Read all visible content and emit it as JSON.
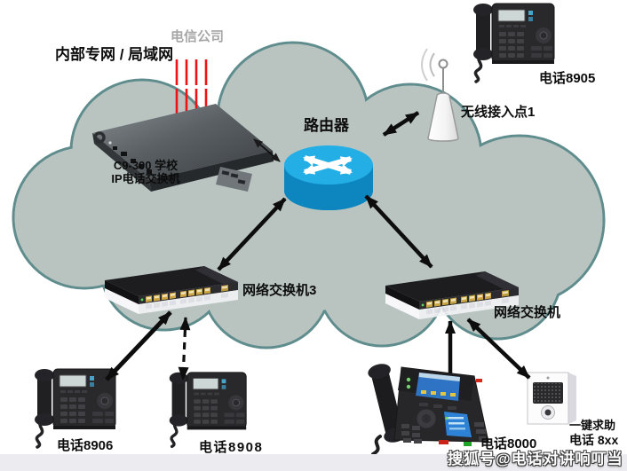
{
  "diagram": {
    "title_left": "内部专网 / 局域网",
    "telecom_label": "电信公司",
    "nodes": {
      "ip_pbx": {
        "label_line1": "C9-300 学校",
        "label_line2": "IP电话交换机"
      },
      "router": {
        "label": "路由器"
      },
      "wireless_ap": {
        "label": "无线接入点1"
      },
      "phone_8905": {
        "label": "电话8905"
      },
      "switch_3": {
        "label": "网络交换机3"
      },
      "switch_right": {
        "label": "网络交换机"
      },
      "phone_8906": {
        "label": "电话8906"
      },
      "phone_8908": {
        "label": "电话8908"
      },
      "phone_8000": {
        "label": "电话8000"
      },
      "sos_intercom": {
        "label_line1": "一键求助",
        "label_line2": "电话 8xx"
      }
    },
    "watermark": "搜狐号@电话对讲响叮当",
    "colors": {
      "cloud_fill": "#b9c4c1",
      "cloud_border": "#5f8c8c",
      "router_blue_top": "#23aee6",
      "router_blue_side": "#0d86c0",
      "trunk_line_red": "#ee1212",
      "arrow_black": "#0d0d0d",
      "telecom_gray": "#a7a7a7",
      "switch_port_gold": "#cfa94a"
    }
  }
}
